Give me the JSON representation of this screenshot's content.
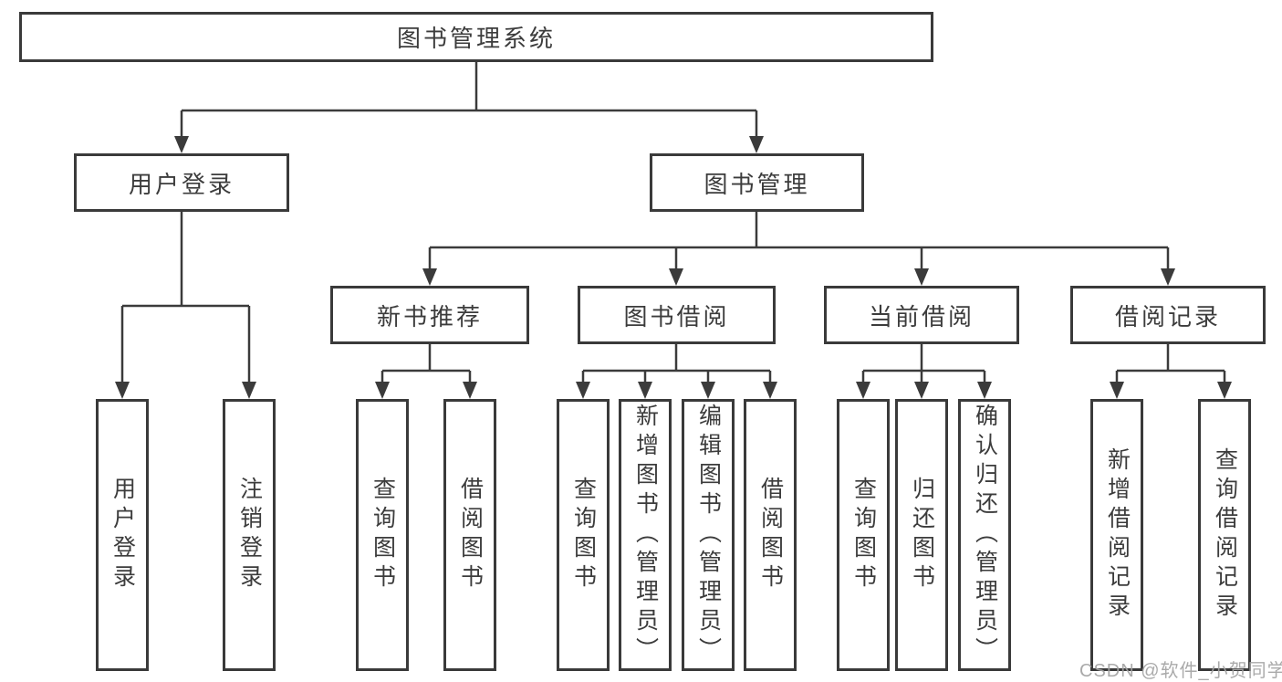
{
  "diagram": {
    "type": "hierarchy",
    "root": {
      "label": "图书管理系统"
    },
    "level2": [
      {
        "id": "user-login",
        "label": "用户登录"
      },
      {
        "id": "book-management",
        "label": "图书管理"
      }
    ],
    "level3": [
      {
        "id": "new-book-recommend",
        "label": "新书推荐",
        "parent": "图书管理"
      },
      {
        "id": "book-borrow",
        "label": "图书借阅",
        "parent": "图书管理"
      },
      {
        "id": "current-borrow",
        "label": "当前借阅",
        "parent": "图书管理"
      },
      {
        "id": "borrow-record",
        "label": "借阅记录",
        "parent": "图书管理"
      }
    ],
    "children": {
      "user_login": [
        {
          "label": "用户登录"
        },
        {
          "label": "注销登录"
        }
      ],
      "new_book_recommend": [
        {
          "label": "查询图书"
        },
        {
          "label": "借阅图书"
        }
      ],
      "book_borrow": [
        {
          "label": "查询图书"
        },
        {
          "label": "新增图书（管理员）"
        },
        {
          "label": "编辑图书（管理员）"
        },
        {
          "label": "借阅图书"
        }
      ],
      "current_borrow": [
        {
          "label": "查询图书"
        },
        {
          "label": "归还图书"
        },
        {
          "label": "确认归还（管理员）"
        }
      ],
      "borrow_record": [
        {
          "label": "新增借阅记录"
        },
        {
          "label": "查询借阅记录"
        }
      ]
    }
  },
  "watermark": {
    "text": "CSDN @软件_小贺同学"
  },
  "colors": {
    "line": "#3b3b3b",
    "border": "#3a3a3a",
    "text": "#3c3c3c",
    "watermark_text": "#a3a3a3",
    "background": "#ffffff"
  }
}
